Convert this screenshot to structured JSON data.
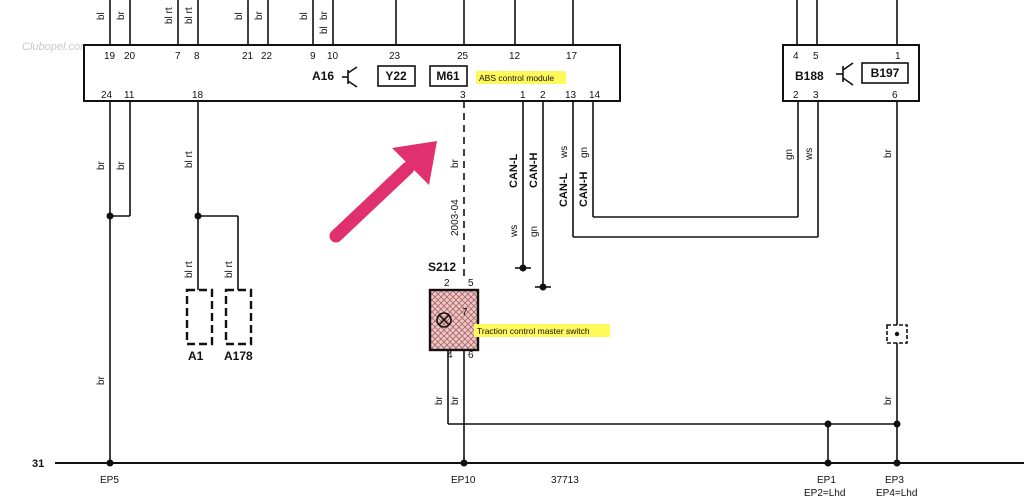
{
  "watermark": "Clubopel.com",
  "abs_module": {
    "label": "ABS control module",
    "component": "A16",
    "parts": [
      "Y22",
      "M61"
    ],
    "top_pins": [
      "19",
      "20",
      "7",
      "8",
      "21",
      "22",
      "9",
      "10",
      "23",
      "25",
      "12",
      "17"
    ],
    "bottom_pins": [
      "24",
      "11",
      "18",
      "3",
      "1",
      "2",
      "13",
      "14"
    ]
  },
  "sensor_module": {
    "component": "B188",
    "part": "B197",
    "top_pins": [
      "4",
      "5",
      "1"
    ],
    "bottom_pins": [
      "2",
      "3",
      "6"
    ]
  },
  "switch": {
    "id": "S212",
    "label": "Traction control master switch",
    "pins": [
      "2",
      "5",
      "7",
      "4",
      "6"
    ]
  },
  "connectors": [
    "A1",
    "A178"
  ],
  "wire_colors": {
    "top": [
      "bl",
      "br",
      "bl rt",
      "bl rt",
      "bl",
      "br",
      "bl",
      "br",
      "bl"
    ],
    "main": [
      "br",
      "br",
      "bl rt",
      "bl rt",
      "bl rt",
      "br",
      "br",
      "br",
      "ws",
      "gn",
      "ws",
      "gn",
      "gn",
      "ws",
      "br",
      "br",
      "br"
    ]
  },
  "can_labels": [
    "CAN-L",
    "CAN-H",
    "CAN-L",
    "CAN-H"
  ],
  "date_note": "2003-04",
  "ground": {
    "line": "31",
    "points": [
      "EP5",
      "EP10",
      "37713",
      "EP1",
      "EP3"
    ],
    "notes": [
      "EP2=Lhd",
      "EP4=Lhd"
    ]
  },
  "colors": {
    "highlight": "#fff95a",
    "arrow": "#e0306e",
    "switch_fill": "#c89090"
  }
}
